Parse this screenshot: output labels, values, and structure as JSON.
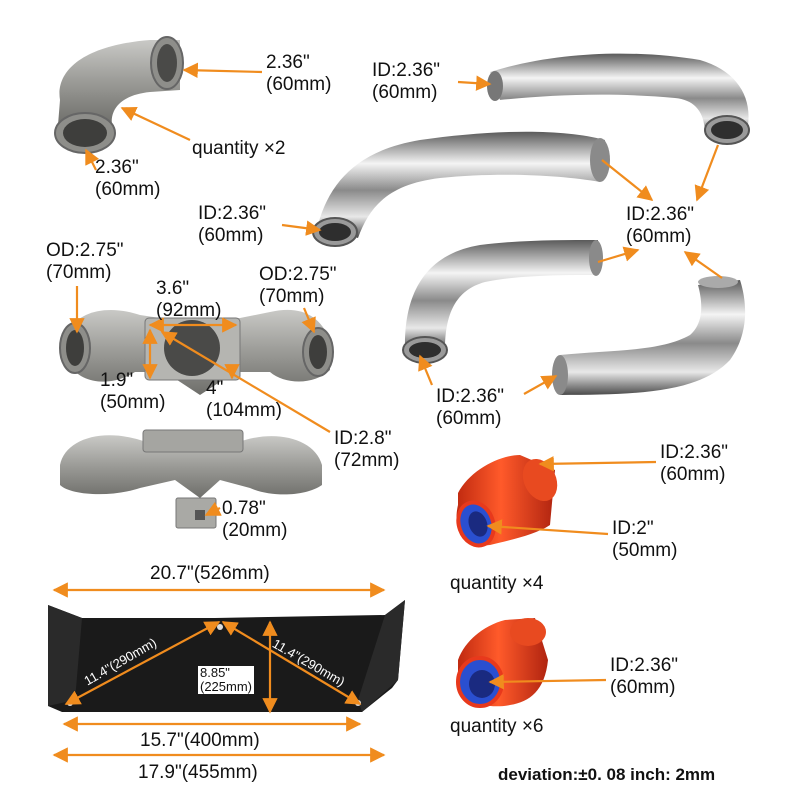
{
  "accent_colors": {
    "arrow": "#f08c1e",
    "silicone": "#e8391c",
    "liner": "#2a4fd0",
    "plate": "#1a1a1a"
  },
  "elbow_cast": {
    "port_a": [
      "2.36\"",
      "(60mm)"
    ],
    "port_b": [
      "2.36\"",
      "(60mm)"
    ],
    "quantity": "quantity ×2"
  },
  "pipes": {
    "top_right": [
      "ID:2.36\"",
      "(60mm)"
    ],
    "long_bend": [
      "ID:2.36\"",
      "(60mm)"
    ],
    "shared_right": [
      "ID:2.36\"",
      "(60mm)"
    ],
    "j_bend": [
      "ID:2.36\"",
      "(60mm)"
    ]
  },
  "tee_manifold": {
    "od_left": [
      "OD:2.75\"",
      "(70mm)"
    ],
    "od_right": [
      "OD:2.75\"",
      "(70mm)"
    ],
    "flange_width": [
      "3.6\"",
      "(92mm)"
    ],
    "flange_height": [
      "1.9\"",
      "(50mm)"
    ],
    "flange_outer": [
      "4\"",
      "(104mm)"
    ],
    "center_id": [
      "ID:2.8\"",
      "(72mm)"
    ],
    "tab": [
      "0.78\"",
      "(20mm)"
    ]
  },
  "plate": {
    "top_width": "20.7\"(526mm)",
    "left_diag": "11.4\"(290mm)",
    "right_diag": "11.4\"(290mm)",
    "height": [
      "8.85\"",
      "(225mm)"
    ],
    "inner_width": "15.7\"(400mm)",
    "bottom_width": "17.9\"(455mm)"
  },
  "couplers": {
    "reducer_id_large": [
      "ID:2.36\"",
      "(60mm)"
    ],
    "reducer_id_small": [
      "ID:2\"",
      "(50mm)"
    ],
    "reducer_quantity": "quantity ×4",
    "straight_id": [
      "ID:2.36\"",
      "(60mm)"
    ],
    "straight_quantity": "quantity ×6"
  },
  "deviation_note": "deviation:±0. 08 inch: 2mm"
}
